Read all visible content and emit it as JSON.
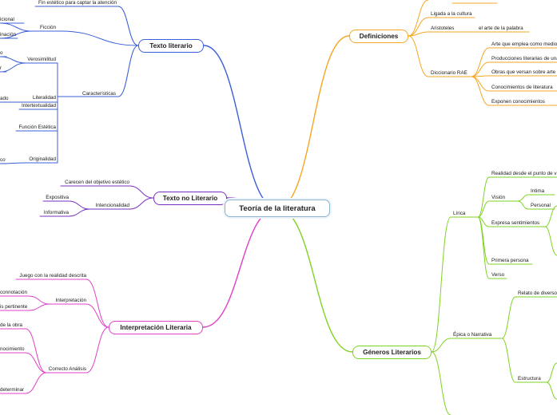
{
  "central": "Teoría de la literatura",
  "colors": {
    "texto_literario": "#3b5fd9",
    "texto_no_literario": "#7a2fc4",
    "interpretacion": "#e040c8",
    "definiciones": "#f5a623",
    "generos": "#7ed321",
    "central_border": "#8ab4d0"
  },
  "texto_literario": {
    "title": "Texto literario",
    "fin": "Fin estético para captar la atención",
    "ficcion": "Ficción",
    "ficcion_children": [
      "icional",
      "inación"
    ],
    "verosimilitud": "Verosimilitud",
    "verosimilitud_children": [
      "o",
      "r"
    ],
    "caracteristicas": "Características",
    "intertextualidad": "Intertextualidad",
    "literalidad": "Literalidad",
    "literalidad_child": "ado",
    "funcion": "Función Estética",
    "originalidad": "Originalidad",
    "originalidad_child": "co"
  },
  "texto_no_literario": {
    "title": "Texto no Literario",
    "carecen": "Carecen del objetivo estético",
    "intencionalidad": "Intencionalidad",
    "expositiva": "Expositiva",
    "informativa": "Informativa"
  },
  "interpretacion": {
    "title": "Interpretación Literaria",
    "juego": "Juego con la realidad descrita",
    "interpretacion": "Interpretación",
    "connotacion": "connotación",
    "pertinente": "is pertinente",
    "obra": "de la obra",
    "correcto": "Correcto Análisis",
    "nocimiento": "nocimiento",
    "determinar": "determinar"
  },
  "definiciones": {
    "title": "Definiciones",
    "ligada": "Ligada a la cultura",
    "aristoteles": "Aristoteles",
    "arte_palabra": "el arte de la palabra",
    "rae": "Diccionario RAE",
    "rae_items": [
      "Arte que emplea como medio",
      "Producciones literarias de una",
      "Obras que versan sobre arte c",
      "Conocimientos de literatura",
      "Exponen conocimientos"
    ]
  },
  "generos": {
    "title": "Géneros Literarios",
    "lirica": "Lírica",
    "realidad": "Realidad desde el punto de vi",
    "vision": "Visión",
    "intima": "Intima",
    "personal": "Personal",
    "expresa": "Expresa sentimientos",
    "primera": "Primera persona",
    "verso": "Verso",
    "epica": "Épica o Narrativa",
    "relato": "Relato de diversos",
    "estructura": "Estructura"
  }
}
